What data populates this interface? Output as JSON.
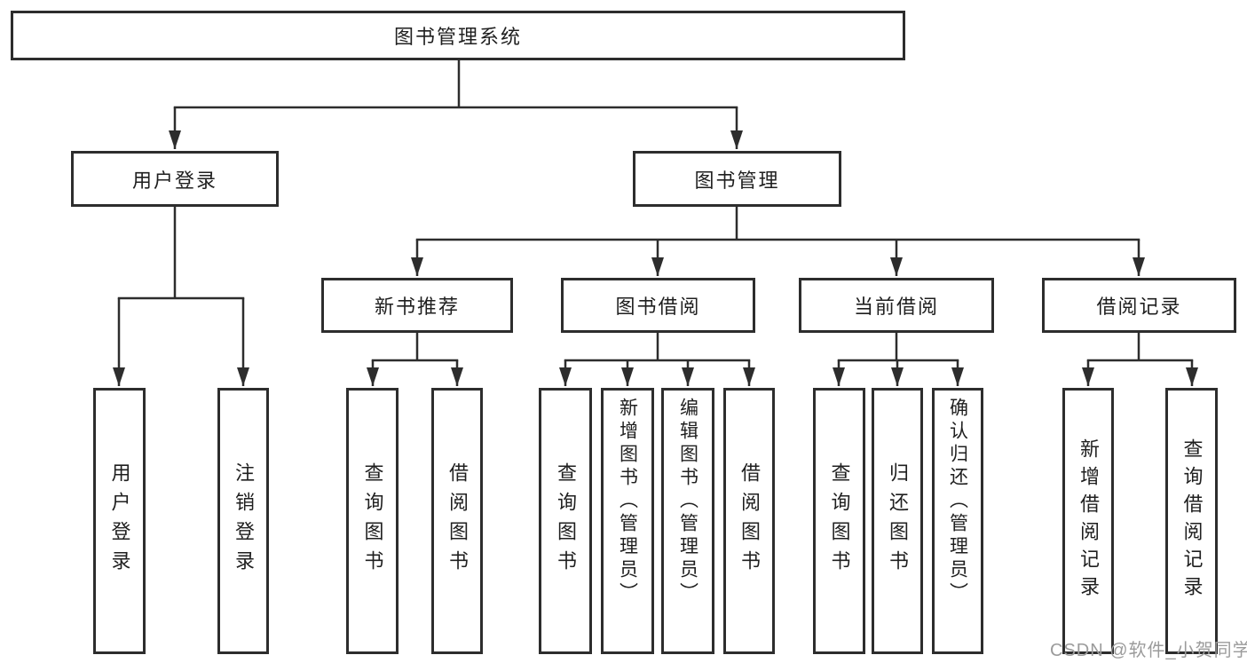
{
  "diagram": {
    "root": {
      "label": "图书管理系统"
    },
    "branches": [
      {
        "label": "用户登录",
        "children": [
          {
            "label": "用户登录"
          },
          {
            "label": "注销登录"
          }
        ]
      },
      {
        "label": "图书管理",
        "children": [
          {
            "label": "新书推荐",
            "children": [
              {
                "label": "查询图书"
              },
              {
                "label": "借阅图书"
              }
            ]
          },
          {
            "label": "图书借阅",
            "children": [
              {
                "label": "查询图书"
              },
              {
                "label": "新增图书（管理员）"
              },
              {
                "label": "编辑图书（管理员）"
              },
              {
                "label": "借阅图书"
              }
            ]
          },
          {
            "label": "当前借阅",
            "children": [
              {
                "label": "查询图书"
              },
              {
                "label": "归还图书"
              },
              {
                "label": "确认归还（管理员）"
              }
            ]
          },
          {
            "label": "借阅记录",
            "children": [
              {
                "label": "新增借阅记录"
              },
              {
                "label": "查询借阅记录"
              }
            ]
          }
        ]
      }
    ]
  },
  "watermark": {
    "text": "CSDN @软件_小贺同学"
  },
  "colors": {
    "line": "#2d2d2d",
    "text": "#1f1f1f",
    "watermark": "#9b9b9b",
    "background": "#ffffff"
  }
}
